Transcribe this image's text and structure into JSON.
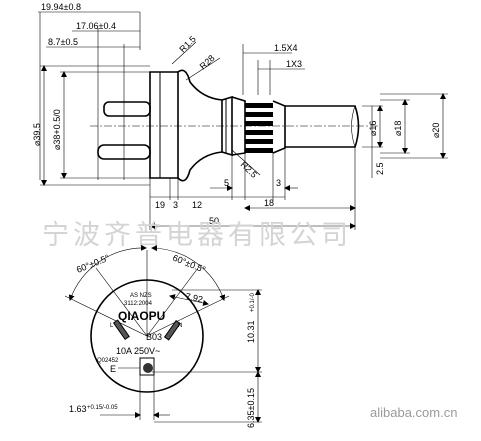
{
  "side_view": {
    "dims_top": [
      "19.94±0.8",
      "17.06±0.4",
      "8.7±0.5"
    ],
    "radii": [
      "R1.5",
      "R28"
    ],
    "small_dims": [
      "1.5X4",
      "1X3"
    ],
    "dia_left": [
      "⌀39.5",
      "⌀38+0.5/0"
    ],
    "dia_right": [
      "⌀16",
      "⌀18",
      "⌀20"
    ],
    "r_bottom": "R2.5",
    "v_dim": "2.5",
    "bottom_row": [
      "19",
      "3",
      "12",
      "5",
      "18",
      "3"
    ],
    "overall": "50"
  },
  "watermark": "宁波齐普电器有限公司",
  "front_view": {
    "angle_left": "60°±0.5°",
    "angle_right": "60°±0.5°",
    "dim_diag": "7.92",
    "cert_line1": "AS NZS",
    "cert_line2": "3112:2004",
    "brand": "QIAOPU",
    "model": "B03",
    "rating": "10A 250V~",
    "code": "Q02452",
    "pin_e": "E",
    "pin_l": "L",
    "pin_n": "N",
    "dim_right_main": "10.31",
    "dim_right_tol": "+0.1/-0",
    "dim_bottom_right": "6.35±0.15",
    "dim_left_main": "1.63",
    "dim_left_tol": "+0.15/-0.05"
  },
  "site": "alibaba.com.cn"
}
